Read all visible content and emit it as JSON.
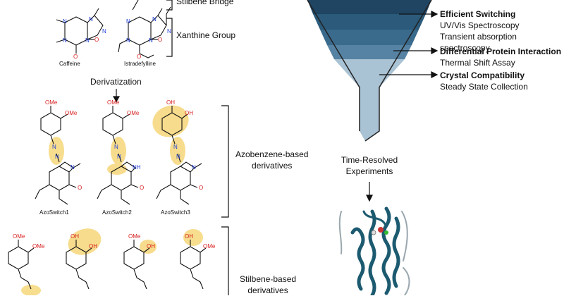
{
  "labels": {
    "stilbene_bridge": "Stilbene Bridge",
    "xanthine_group": "Xanthine Group",
    "caffeine": "Caffeine",
    "istradefylline": "Istradefylline",
    "derivatization": "Derivatization",
    "azo_switch1": "AzoSwitch1",
    "azo_switch2": "AzoSwitch2",
    "azo_switch3": "AzoSwitch3",
    "azo_group_line1": "Azobenzene-based",
    "azo_group_line2": "derivatives",
    "stil_group_line1": "Stilbene-based",
    "stil_group_line2": "derivatives",
    "time_resolved_line1": "Time-Resolved",
    "time_resolved_line2": "Experiments"
  },
  "funnel_stages": [
    {
      "title": "Efficient Switching",
      "subtitles": [
        "UV/Vis Spectroscopy",
        "Transient absorption spectroscopy"
      ]
    },
    {
      "title": "Differential Protein Interaction",
      "subtitles": [
        "Thermal Shift Assay"
      ]
    },
    {
      "title": "Crystal Compatibility",
      "subtitles": [
        "Steady State Collection"
      ]
    }
  ],
  "atoms": {
    "N": "N",
    "O": "O",
    "OH": "OH",
    "OMe": "OMe",
    "NH": "NH"
  },
  "colors": {
    "nitrogen": "#1f3fd8",
    "oxygen": "#d61f1f",
    "highlight": "#f6d77a",
    "funnel_dark": "#2b4f6b",
    "funnel_mid": "#4f7fa0",
    "funnel_light": "#a9c2d4",
    "protein": "#1c5a70"
  }
}
